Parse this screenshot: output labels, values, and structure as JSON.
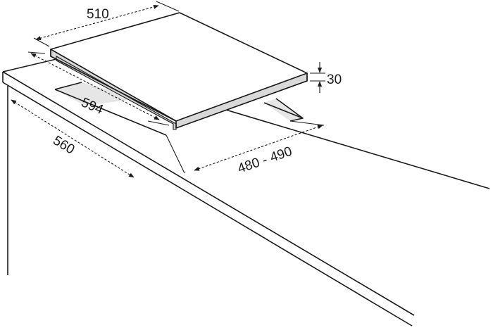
{
  "dimensions": {
    "hob_depth": "510",
    "hob_width": "594",
    "hob_height": "30",
    "cutout_width": "560",
    "cutout_depth": "480 - 490"
  },
  "colors": {
    "line": "#1a1a1a",
    "hob_top": "#ffffff",
    "hob_frame": "#d9d9d9",
    "cutout_shadow": "#e6e6e6",
    "background": "#ffffff"
  }
}
